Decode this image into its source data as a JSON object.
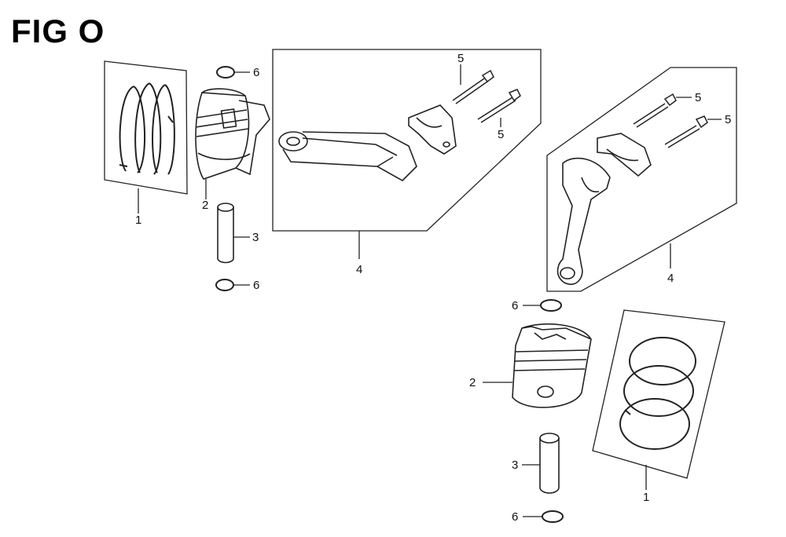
{
  "figure": {
    "title": "FIG O"
  },
  "callouts": {
    "piston_rings": "1",
    "piston": "2",
    "piston_pin": "3",
    "connecting_rod": "4",
    "rod_bolt": "5",
    "pin_clip": "6"
  }
}
